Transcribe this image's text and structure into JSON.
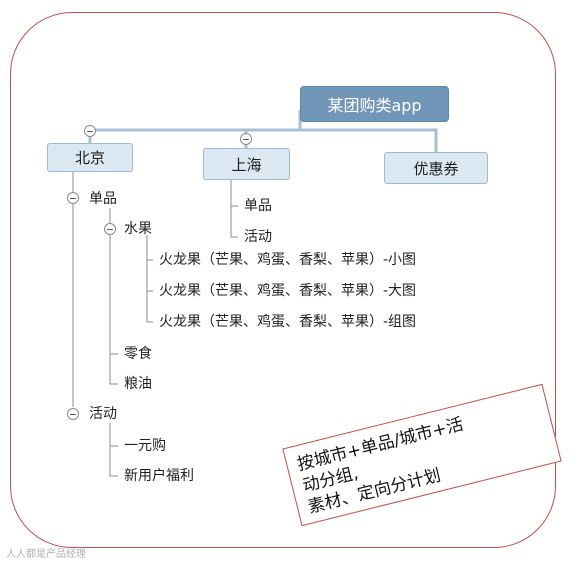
{
  "root": {
    "label": "某团购类app"
  },
  "level1": [
    {
      "label": "北京"
    },
    {
      "label": "上海"
    },
    {
      "label": "优惠券"
    }
  ],
  "beijing": {
    "single": {
      "label": "单品",
      "fruit": {
        "label": "水果",
        "items": [
          "火龙果（芒果、鸡蛋、香梨、苹果）-小图",
          "火龙果（芒果、鸡蛋、香梨、苹果）-大图",
          "火龙果（芒果、鸡蛋、香梨、苹果）-组图"
        ]
      },
      "snacks": "零食",
      "grain": "粮油"
    },
    "activity": {
      "label": "活动",
      "items": [
        "一元购",
        "新用户福利"
      ]
    }
  },
  "shanghai": {
    "items": [
      "单品",
      "活动"
    ]
  },
  "note": {
    "lines": [
      "按城市+单品/城市+活",
      "动分组,",
      "素材、定向分计划"
    ]
  },
  "watermark": "人人都是产品经理"
}
